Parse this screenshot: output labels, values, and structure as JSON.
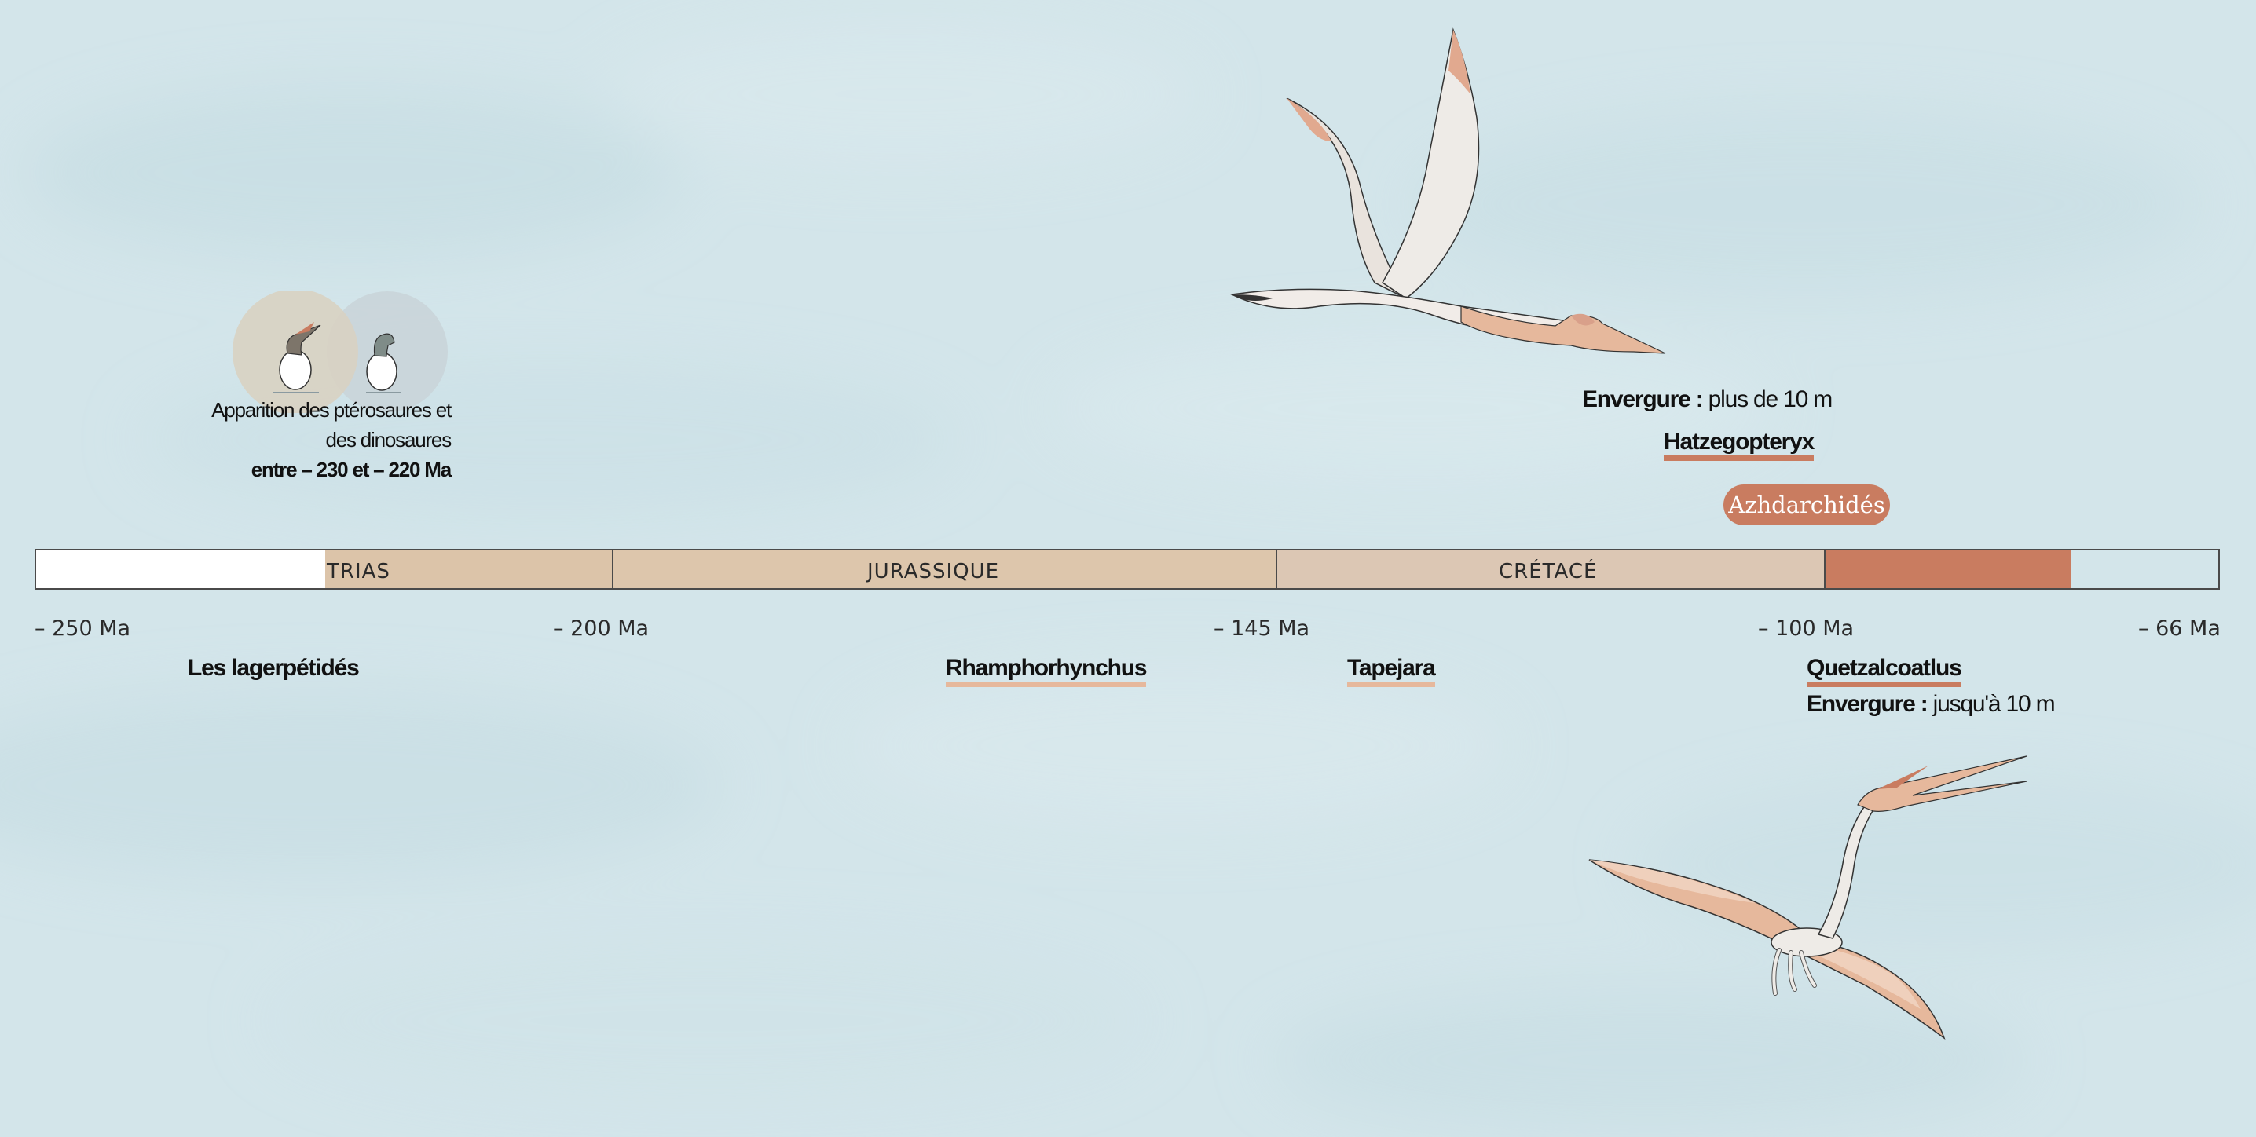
{
  "intro": {
    "line1": "Apparition des ptérosaures et",
    "line2": "des dinosaures",
    "line3": "entre – 230 et – 220 Ma"
  },
  "periods": {
    "trias": "TRIAS",
    "jurassique": "JURASSIQUE",
    "cretace": "CRÉTACÉ"
  },
  "axis": {
    "t250": "– 250 Ma",
    "t200": "– 200 Ma",
    "t145": "– 145 Ma",
    "t100": "– 100 Ma",
    "t66": "– 66 Ma"
  },
  "taxa": {
    "lagerpetides": "Les lagerpétidés",
    "rhamphorhynchus": "Rhamphorhynchus",
    "tapejara": "Tapejara",
    "quetzalcoatlus": "Quetzalcoatlus",
    "hatzegopteryx": "Hatzegopteryx"
  },
  "badge": "Azhdarchidés",
  "wingspan": {
    "hatzeg_label": "Envergure :",
    "hatzeg_value": "plus de 10 m",
    "quetzal_label": "Envergure :",
    "quetzal_value": "jusqu'à 10 m"
  },
  "colors": {
    "background": "#d3e5ea",
    "period_fill": "#dcc4a9",
    "azhdarchid_accent": "#c97c60",
    "underline_light": "#e6b89c"
  },
  "icons": [
    "pterosaur-hatchling-icon",
    "dinosaur-hatchling-icon",
    "hatzegopteryx-illustration",
    "quetzalcoatlus-illustration"
  ]
}
